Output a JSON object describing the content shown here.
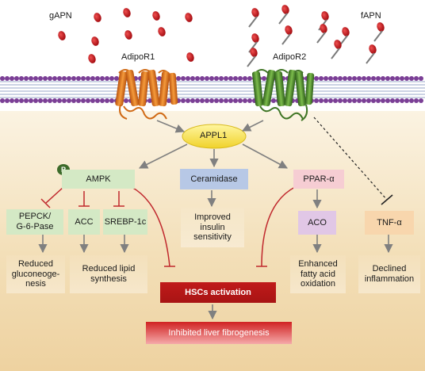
{
  "ligands": {
    "left": "gAPN",
    "right": "fAPN"
  },
  "receptors": {
    "left": "AdipoR1",
    "right": "AdipoR2"
  },
  "hub": "APPL1",
  "phospho": "P",
  "nodes": {
    "ampk": "AMPK",
    "ceramidase": "Ceramidase",
    "ppar": "PPAR-α",
    "pepck": "PEPCK/\nG-6-Pase",
    "acc": "ACC",
    "srebp": "SREBP-1c",
    "insulin": "Improved\ninsulin\nsensitivity",
    "aco": "ACO",
    "tnf": "TNF-α",
    "glucone": "Reduced\ngluconeoge-\nnesis",
    "lipid": "Reduced lipid\nsynthesis",
    "fatty": "Enhanced\nfatty acid\noxidation",
    "inflam": "Declined\ninflammation",
    "hsc": "HSCs activation",
    "fibro": "Inhibited liver fibrogenesis"
  },
  "colors": {
    "membrane_head": "#7b3f96",
    "adipor1": "#e07a1f",
    "adipor2": "#4f8b2e",
    "appl1": "#f5e04a",
    "activation_arrow": "#808080",
    "inhibition": "#c0282d",
    "ligand": "#c8161d"
  }
}
